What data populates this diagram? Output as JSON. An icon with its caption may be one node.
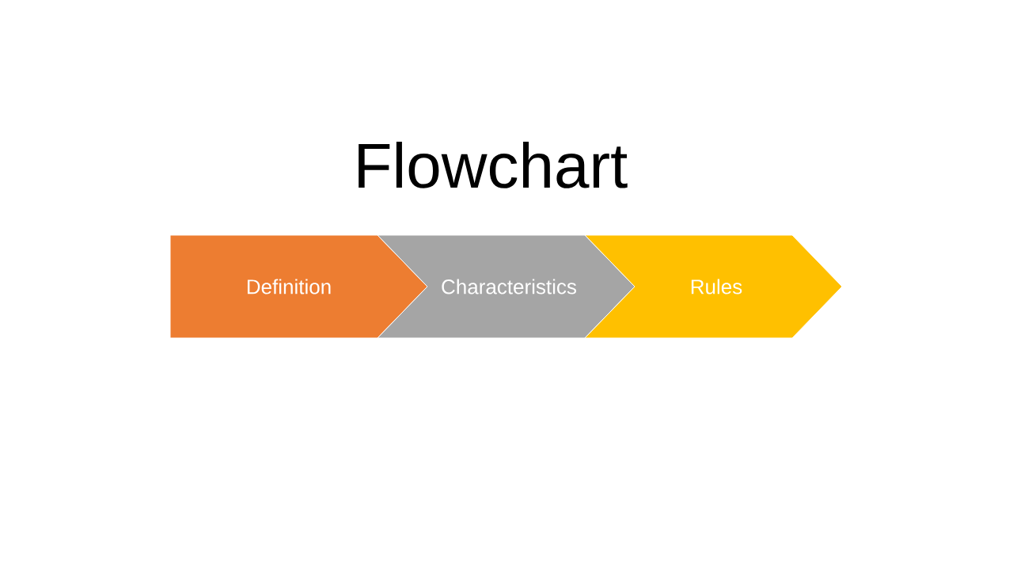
{
  "diagram": {
    "title": "Flowchart",
    "nodes": [
      {
        "text": [
          "Definition"
        ]
      },
      {
        "text": [
          "Characteristics"
        ]
      },
      {
        "text": [
          "Rules"
        ]
      }
    ]
  }
}
